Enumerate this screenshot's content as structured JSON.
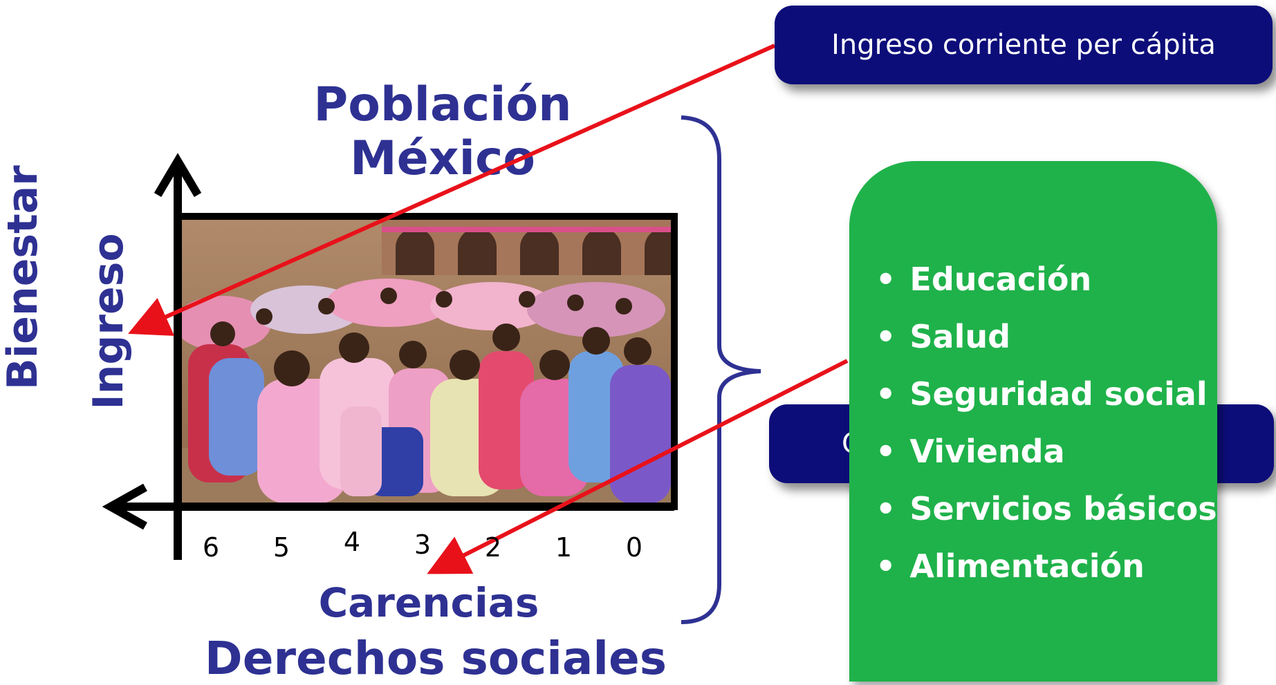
{
  "population_title": {
    "line1": "Población",
    "line2": "México"
  },
  "axes": {
    "y_outer": "Bienestar",
    "y_inner": "Ingreso",
    "x_ticks": [
      "6",
      "5",
      "4",
      "3",
      "2",
      "1",
      "0"
    ],
    "x_inner": "Carencias",
    "x_outer": "Derechos sociales"
  },
  "income_box": {
    "label": "Ingreso corriente per cápita"
  },
  "lower_box": {
    "visible_fragment": "C"
  },
  "rights_list": [
    "Educación",
    "Salud",
    "Seguridad social",
    "Vivienda",
    "Servicios básicos",
    "Alimentación"
  ],
  "colors": {
    "accent_text": "#2e3192",
    "navy_box": "#0d0d7a",
    "green_box": "#1fb24a",
    "arrow": "#e8111a"
  }
}
